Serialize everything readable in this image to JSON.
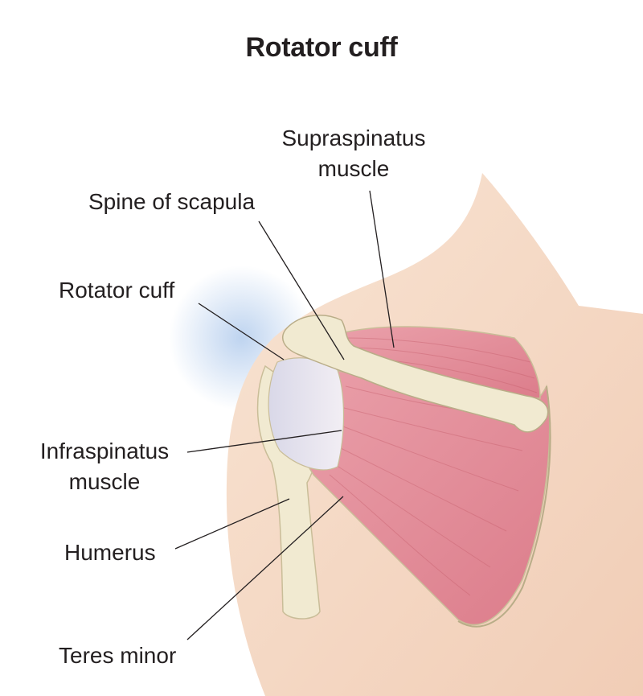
{
  "title": "Rotator cuff",
  "labels": {
    "supraspinatus_line1": "Supraspinatus",
    "supraspinatus_line2": "muscle",
    "spine_of_scapula": "Spine of scapula",
    "rotator_cuff": "Rotator cuff",
    "infraspinatus_line1": "Infraspinatus",
    "infraspinatus_line2": "muscle",
    "humerus": "Humerus",
    "teres_minor": "Teres minor"
  },
  "colors": {
    "skin": "#f6ddc8",
    "muscle": "#e48a96",
    "bone": "#f0ead0",
    "tendon": "#e6e4ef",
    "shadow": "#bcd2ef"
  }
}
